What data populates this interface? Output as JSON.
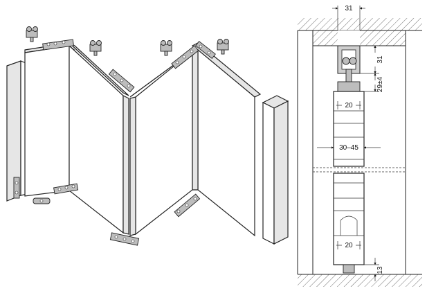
{
  "dimensions": {
    "track_width": "31",
    "track_height": "31",
    "carrier_height": "29±4",
    "top_guide_width": "20",
    "panel_thickness": "30–45",
    "bottom_guide_width": "20",
    "bottom_clearance": "13"
  },
  "colors": {
    "line": "#222222",
    "panel_fill": "#ffffff",
    "edge_fill": "#e6e6e6",
    "hardware_fill": "#bdbdbd"
  }
}
